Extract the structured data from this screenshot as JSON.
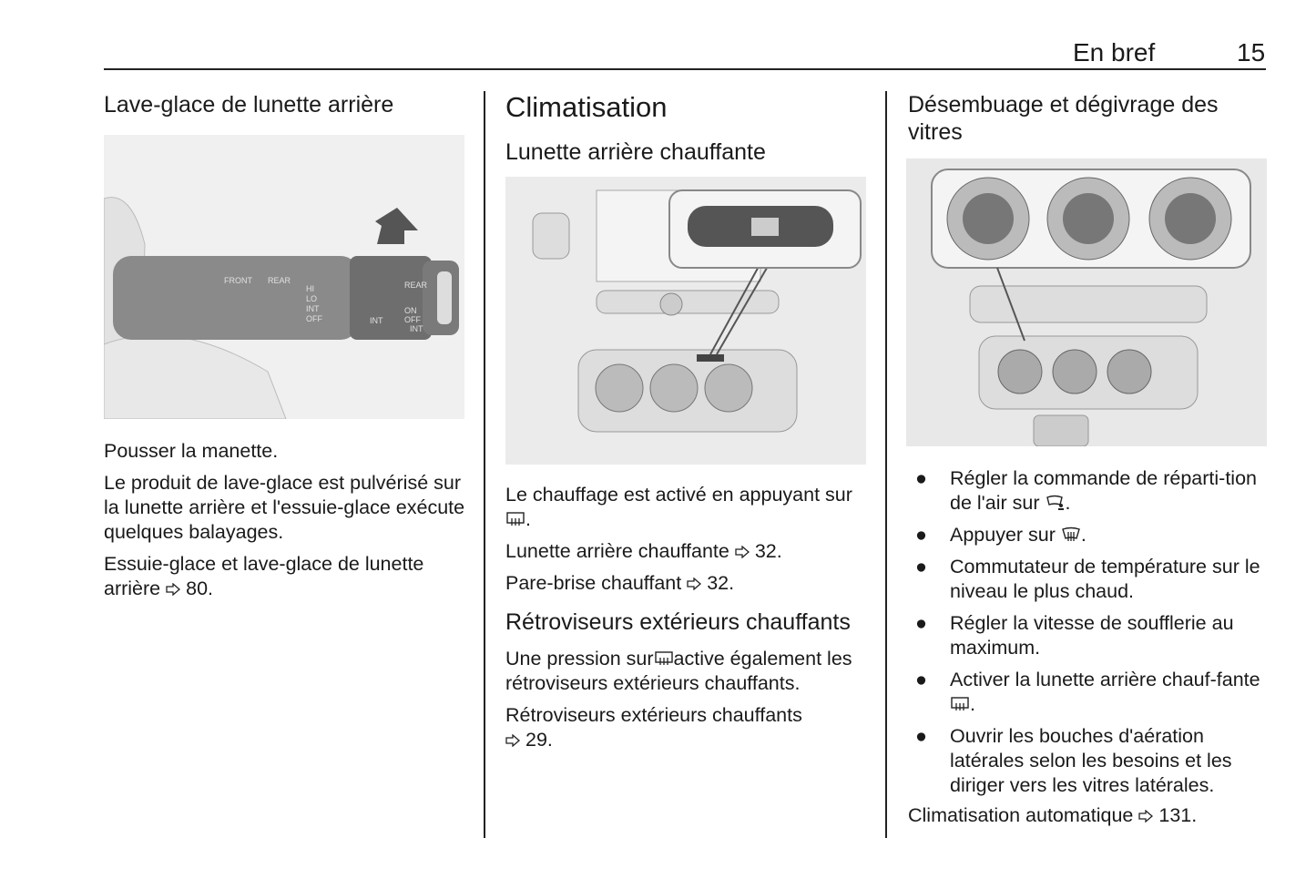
{
  "header": {
    "section": "En bref",
    "page_number": "15"
  },
  "col1": {
    "heading": "Lave-glace de lunette arrière",
    "figure_labels": {
      "front": "FRONT",
      "rear": "REAR",
      "hi": "HI",
      "lo": "LO",
      "int": "INT",
      "off": "OFF",
      "int2": "INT",
      "rear2": "REAR",
      "on": "ON",
      "off2": "OFF",
      "int3": "INT"
    },
    "p1": "Pousser la manette.",
    "p2": "Le produit de lave-glace est pulvérisé sur la lunette arrière et l'essuie-glace exécute quelques balayages.",
    "p3_text": "Essuie-glace et lave-glace de lunette arrière",
    "p3_ref": "80."
  },
  "col2": {
    "title": "Climatisation",
    "sub1": "Lunette arrière chauffante",
    "p1_text": "Le chauffage est activé en appuyant sur",
    "p2_text": "Lunette arrière chauffante",
    "p2_ref": "32.",
    "p3_text": "Pare-brise chauffant",
    "p3_ref": "32.",
    "sub2": "Rétroviseurs extérieurs chauffants",
    "p4_a": "Une pression sur",
    "p4_b": "active également les rétroviseurs extérieurs chauffants.",
    "p5_text": "Rétroviseurs extérieurs chauffants",
    "p5_ref": "29."
  },
  "col3": {
    "heading": "Désembuage et dégivrage des vitres",
    "bullets": [
      "Régler la commande de réparti-tion de l'air sur",
      "Appuyer sur",
      "Commutateur de température sur le niveau le plus chaud.",
      "Régler la vitesse de soufflerie au maximum.",
      "Activer la lunette arrière chauf-fante",
      "Ouvrir les bouches d'aération latérales selon les besoins et les diriger vers les vitres latérales."
    ],
    "footer_text": "Climatisation automatique",
    "footer_ref": "131."
  },
  "bullet_char": "●"
}
